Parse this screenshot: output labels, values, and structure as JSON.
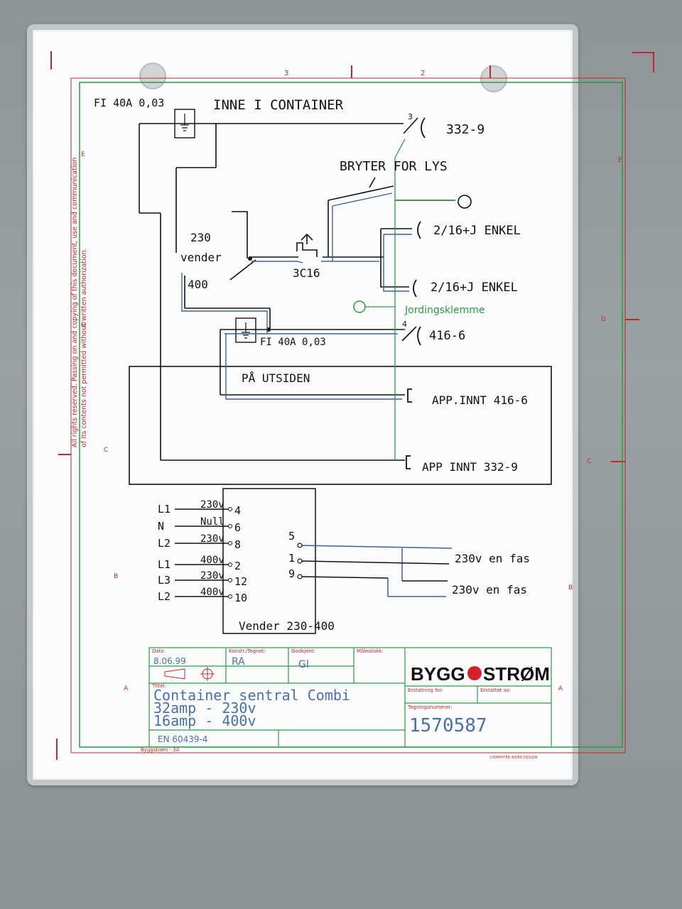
{
  "sheet": {
    "side_note_line1": "All rights reserved. Passing on and copying of this document, use and communication",
    "side_note_line2": "of its contents not permitted without written authorization.",
    "zone_numbers": [
      "3",
      "2"
    ],
    "zone_letters_left": [
      "E",
      "D",
      "C",
      "B",
      "A"
    ],
    "zone_letters_right": [
      "E",
      "D",
      "C",
      "B",
      "A"
    ]
  },
  "schematic": {
    "title_left": "FI 40A 0,03",
    "title_right": "INNE I  CONTAINER",
    "breaker_top_pole": "3",
    "breaker_top_label": "332-9",
    "switch_label": "BRYTER FOR LYS",
    "socket1_label": "2/16+J  ENKEL",
    "socket2_label": "2/16+J  ENKEL",
    "earth_label": "Jordingsklemme",
    "rcd2_label": "FI 40A 0,03",
    "breaker2_pole": "4",
    "breaker2_label": "416-6",
    "vender_230": "230",
    "vender_label": "vender",
    "vender_400": "400",
    "mcb_label": "3C16",
    "outside_label": "PÅ UTSIDEN",
    "inlet1_label": "APP.INNT  416-6",
    "inlet2_label": "APP  INNT  332-9"
  },
  "terminal_block": {
    "rows": [
      {
        "line": "L1",
        "value": "230v",
        "terminal": "4"
      },
      {
        "line": "N",
        "value": "Null",
        "terminal": "6"
      },
      {
        "line": "L2",
        "value": "230v",
        "terminal": "8"
      },
      {
        "line": "L1",
        "value": "400v",
        "terminal": "2"
      },
      {
        "line": "L3",
        "value": "230v",
        "terminal": "12"
      },
      {
        "line": "L2",
        "value": "400v",
        "terminal": "10"
      }
    ],
    "out_terminals": [
      "5",
      "1",
      "9"
    ],
    "out1_label": "230v  en  fas",
    "out2_label": "230v  en  fas",
    "box_label": "Vender 230-400"
  },
  "title_block": {
    "date_caption": "Dato:",
    "date": "8.06.99",
    "drawn_caption": "Konstr./Tegnet:",
    "drawn": "RA",
    "approved_caption": "Godkjent:",
    "approved": "GI",
    "scale_caption": "Målestokk:",
    "logo_left": "BYGG",
    "logo_right": "STRØM",
    "title_caption": "Tittel:",
    "title_line1": "Container  sentral  Combi",
    "title_line2": "32amp  -  230v",
    "title_line3": "16amp  -  400v",
    "replaces_caption": "Erstatning for:",
    "replaced_caption": "Erstattet av:",
    "drawing_no_caption": "Tegningsnummer:",
    "drawing_no": "1570587",
    "standard": "EN 60439-4",
    "footer_left": "Byggstrøm - 3A",
    "footer_right": "COMPUTER AIDED DESIGN"
  },
  "colors": {
    "frame_red": "#c0282c",
    "frame_green": "#2e9a3c",
    "wire_blue": "#3f5f9c",
    "ink": "#111111"
  }
}
